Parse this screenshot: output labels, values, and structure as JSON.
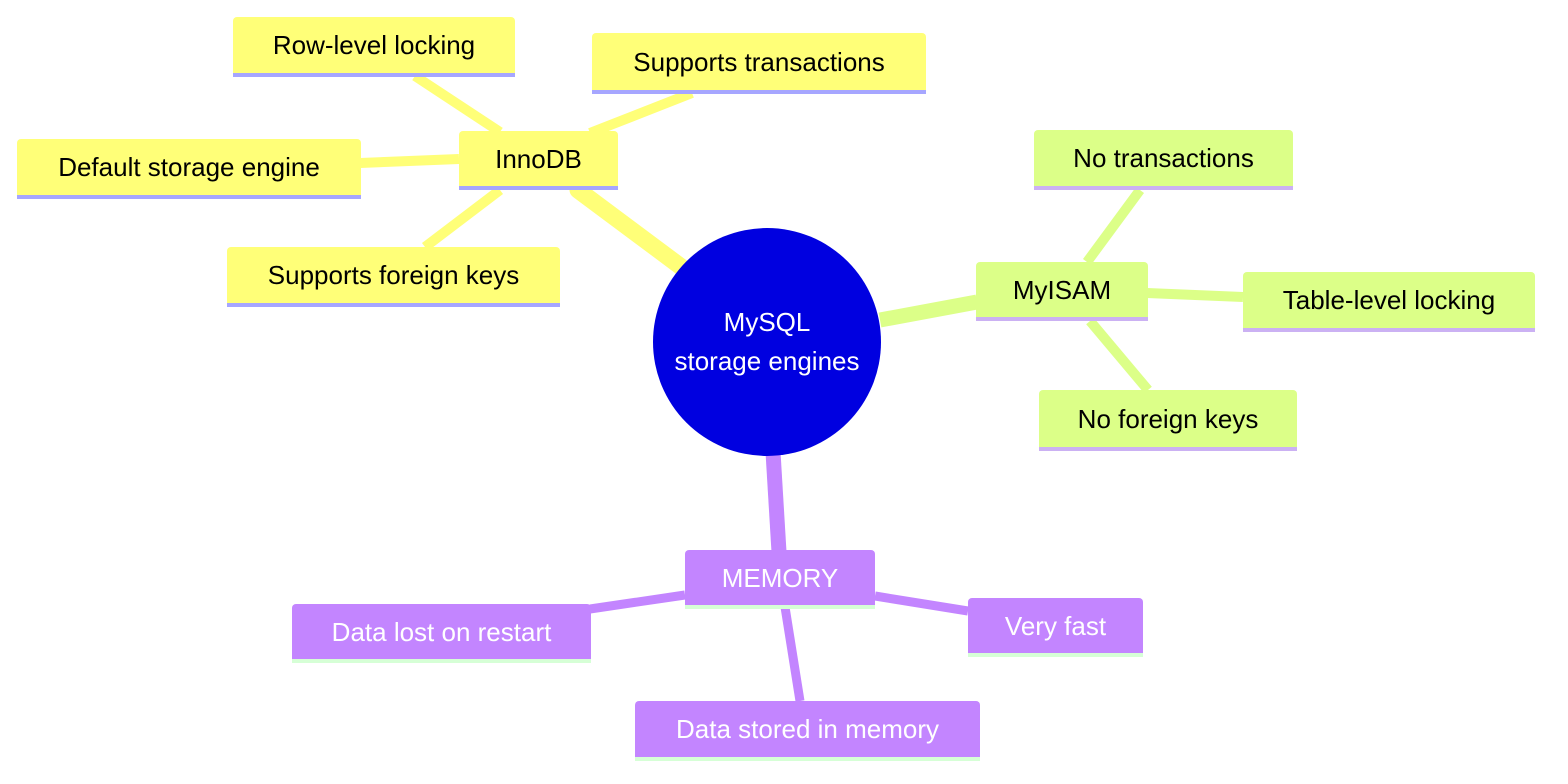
{
  "root": {
    "line1": "MySQL",
    "line2": "storage engines"
  },
  "branches": {
    "innodb": {
      "label": "InnoDB",
      "children": [
        "Row-level locking",
        "Supports transactions",
        "Default storage engine",
        "Supports foreign keys"
      ]
    },
    "myisam": {
      "label": "MyISAM",
      "children": [
        "No transactions",
        "Table-level locking",
        "No foreign keys"
      ]
    },
    "memory": {
      "label": "MEMORY",
      "children": [
        "Data lost on restart",
        "Very fast",
        "Data stored in memory"
      ]
    }
  },
  "colors": {
    "root": "#0000e0",
    "innodb": "#ffff78",
    "myisam": "#dcff88",
    "memory": "#c385ff"
  }
}
